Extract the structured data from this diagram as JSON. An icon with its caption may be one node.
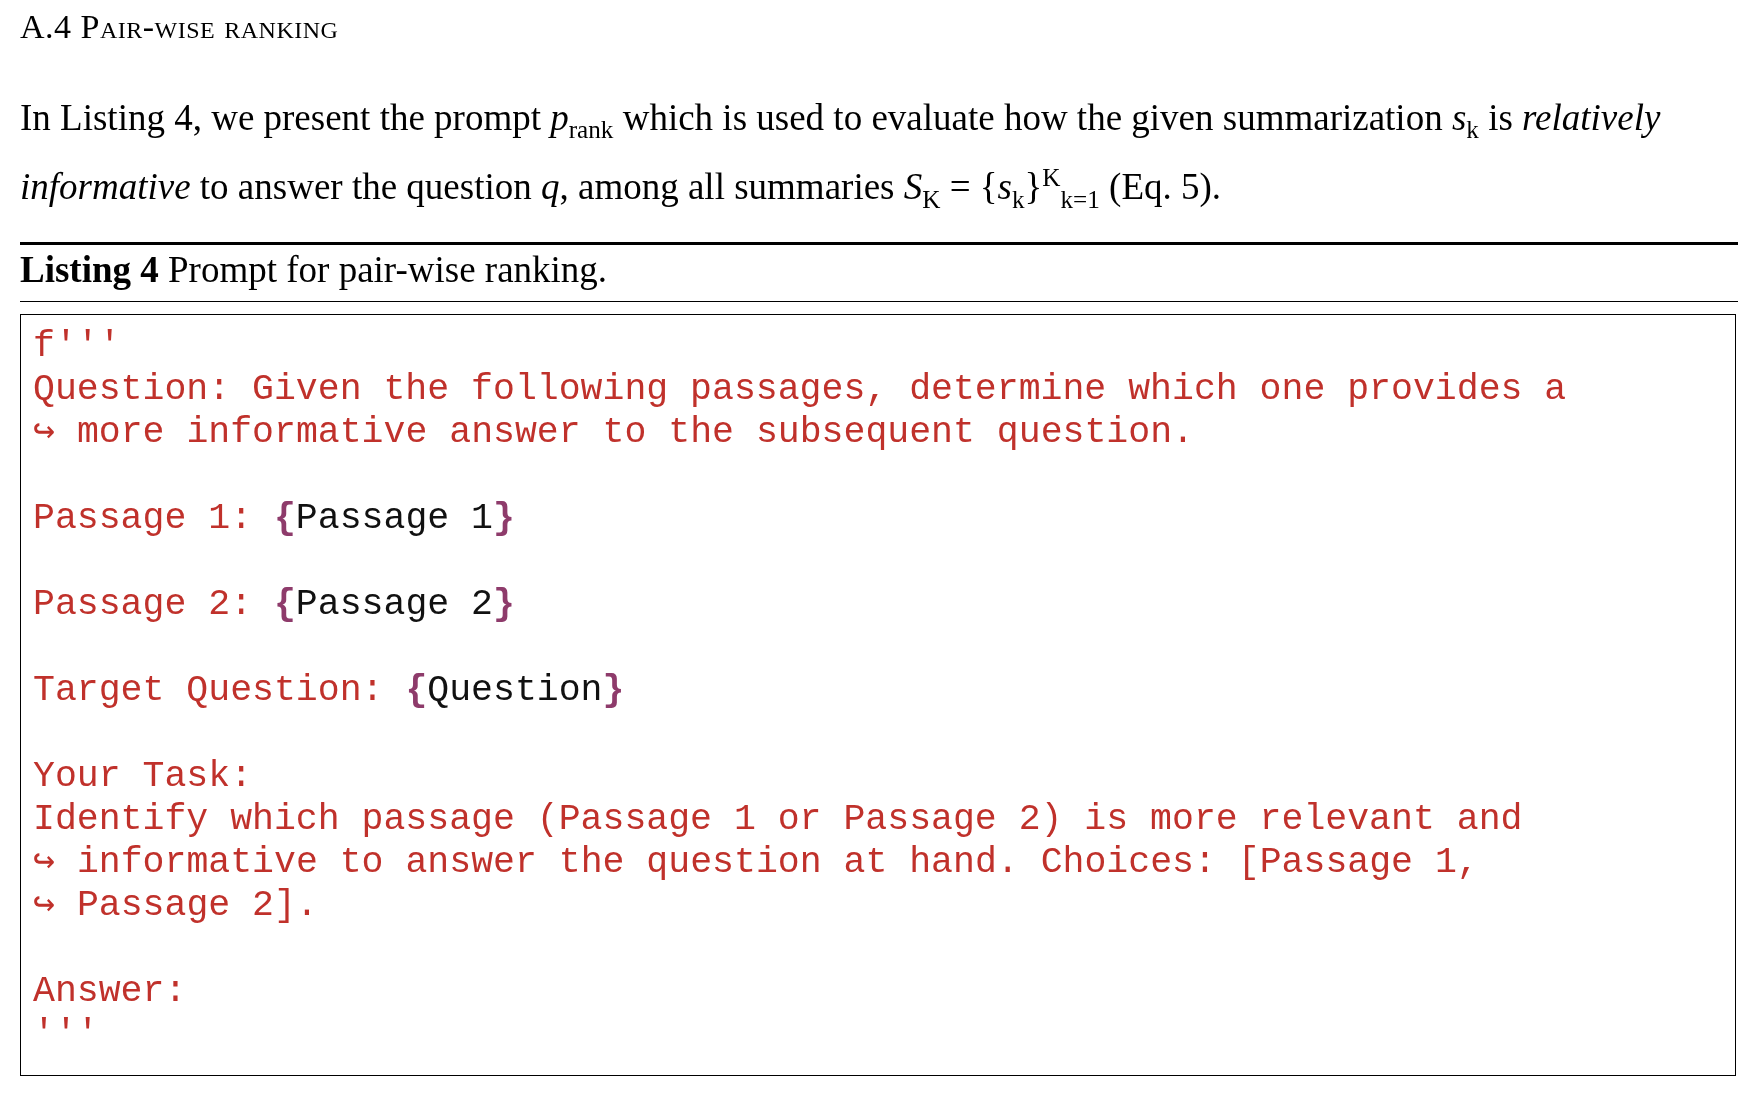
{
  "diagram": {
    "title": "A.4 Pair-wise ranking",
    "nodes": [
      {
        "text": [
          "f'''",
          "Question: Given the following passages, determine which one provides a",
          "↪ more informative answer to the subsequent question.",
          "Passage 1: {Passage 1}",
          "Passage 2: {Passage 2}",
          "Target Question: {Question}",
          "Your Task:",
          "Identify which passage (Passage 1 or Passage 2) is more relevant and",
          "↪ informative to answer the question at hand. Choices: [Passage 1,",
          "↪ Passage 2].",
          "Answer:",
          "'''"
        ],
        "beside": [
          "**Listing 4** Prompt for pair-wise ranking."
        ]
      }
    ],
    "labels": [
      "In Listing 4, we present the prompt *p*$_{rank}$ which is used to evaluate how the given summarization *s*$_{k}$ is *relatively informative* to answer the question *q*, among all summaries *S*$_{K}$ = {*s*$_{k}$}$^{K}$$_{k=1}$ (Eq. 5)."
    ]
  }
}
